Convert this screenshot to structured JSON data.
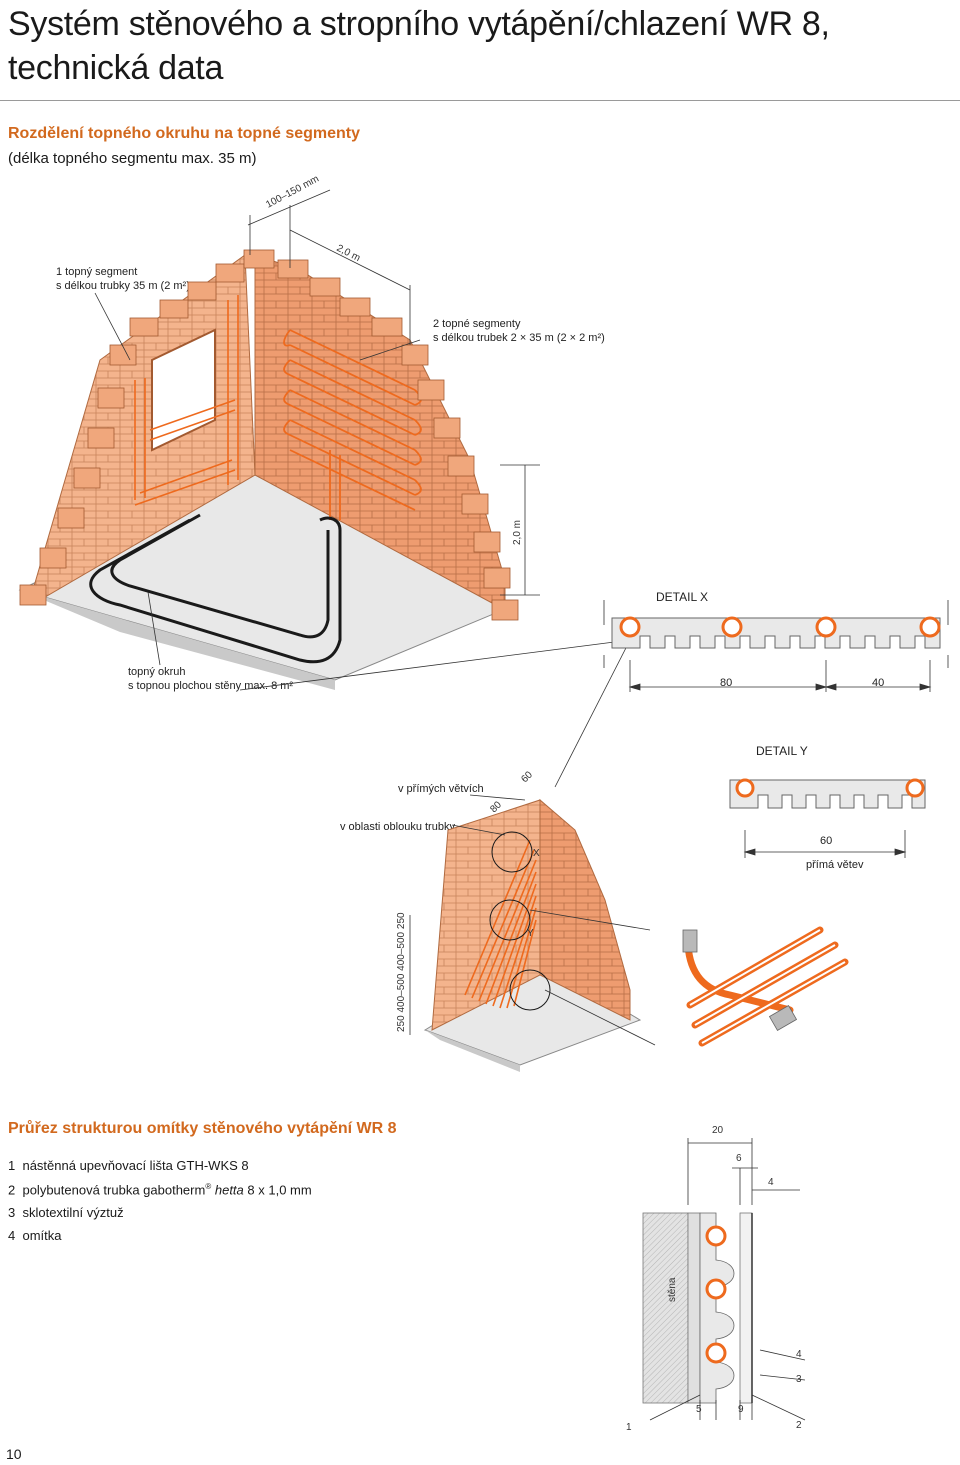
{
  "page": {
    "title": "Systém stěnového a stropního vytápění/chlazení WR 8, technická data",
    "page_number": "10"
  },
  "section1": {
    "heading": "Rozdělení topného okruhu na topné segmenty",
    "subheading": "(délka topného segmentu max. 35 m)",
    "dim_top": "100–150 mm",
    "dim_width": "2,0 m",
    "dim_height": "2,0 m",
    "label_one_segment_l1": "1 topný segment",
    "label_one_segment_l2": "s délkou trubky 35 m (2 m²)",
    "label_two_segments_l1": "2 topné segmenty",
    "label_two_segments_l2": "s délkou trubek 2 × 35 m (2 × 2 m²)",
    "label_circuit_l1": "topný okruh",
    "label_circuit_l2": "s topnou plochou stěny max. 8 m²"
  },
  "detail_x": {
    "title": "DETAIL X",
    "dim_a": "80",
    "dim_b": "40"
  },
  "detail_y": {
    "title": "DETAIL Y",
    "dim": "60",
    "caption": "přímá větev"
  },
  "section_small_wall": {
    "label_straight": "v přímých větvích",
    "label_bend": "v oblasti oblouku trubky",
    "dim_80": "80",
    "dim_60": "60",
    "marker_x": "X",
    "marker_y": "Y",
    "vertical_dims": "250   400–500   400–500   250"
  },
  "section2": {
    "heading": "Průřez strukturou omítky stěnového vytápění WR 8",
    "legend": [
      {
        "num": "1",
        "text": "nástěnná upevňovací lišta GTH-WKS 8"
      },
      {
        "num": "2",
        "text_before": "polybutenová trubka gabotherm",
        "sup": "®",
        "italic": "hetta",
        "text_after": " 8 x 1,0 mm"
      },
      {
        "num": "3",
        "text": "sklotextilní výztuž"
      },
      {
        "num": "4",
        "text": "omítka"
      }
    ],
    "cross_section": {
      "dim_20": "20",
      "dim_6": "6",
      "dim_4": "4",
      "wall_label": "stěna",
      "callout_4": "4",
      "callout_3": "3",
      "callout_1": "1",
      "callout_5": "5",
      "callout_9": "9",
      "callout_2": "2"
    }
  },
  "colors": {
    "accent": "#d2691e",
    "brick": "#f0a77c",
    "pipe": "#ee6a1e",
    "floor": "#e6e6e6"
  }
}
